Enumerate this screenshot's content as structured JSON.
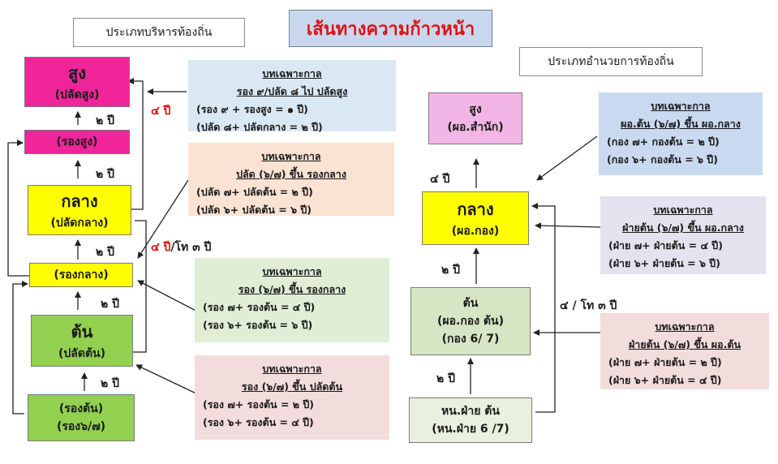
{
  "title": "เส้นทางความก้าวหน้า",
  "left": {
    "category": "ประเภทบริหารท้องถิ่น",
    "boxes": {
      "high": {
        "main": "สูง",
        "sub": "(ปลัดสูง)"
      },
      "deputy_high": {
        "main": "(รองสูง)"
      },
      "mid": {
        "main": "กลาง",
        "sub": "(ปลัดกลาง)"
      },
      "deputy_mid": {
        "main": "(รองกลาง)"
      },
      "base": {
        "main": "ต้น",
        "sub": "(ปลัดต้น)"
      },
      "deputy_base": {
        "line1": "(รองต้น)",
        "line2": "(รอง๖/๗)"
      }
    },
    "year_labels": {
      "high_gap": "๒ ปี",
      "deputy_high_gap": "๒ ปี",
      "mid_gap": "๒ ปี",
      "deputy_mid_gap": "๒ ปี",
      "base_gap": "๒ ปี",
      "side_high": "๔ ปี",
      "side_mid_red": "๔ ปี",
      "side_mid_black": "/โท ๓ ปี"
    },
    "notes": [
      {
        "heading": "บทเฉพาะกาล",
        "subheading": "รอง ๙/ปลัด ๘ ไป ปลัดสูง",
        "lines": [
          "(รอง ๙ + รองสูง = ๑ ปี)",
          "(ปลัด ๘+ ปลัดกลาง = ๒ ปี)"
        ]
      },
      {
        "heading": "บทเฉพาะกาล",
        "subheading": "ปลัด (๖/๗)  ขึ้น  รองกลาง",
        "lines": [
          "(ปลัด ๗+ ปลัดต้น = ๒ ปี)",
          "(ปลัด ๖+ ปลัดต้น = ๖ ปี)"
        ]
      },
      {
        "heading": "บทเฉพาะกาล",
        "subheading": "รอง  (๖/๗)   ขึ้น   รองกลาง",
        "lines": [
          "(รอง ๗+ รองต้น  = ๔ ปี)",
          "(รอง ๖+ รองต้น  = ๖ ปี)"
        ]
      },
      {
        "heading": "บทเฉพาะกาล",
        "subheading": "รอง  (๖/๗)   ขึ้น  ปลัดต้น",
        "lines": [
          "(รอง ๗+ รองต้น  = ๒ ปี)",
          "(รอง ๖+ รองต้น  = ๔ ปี)"
        ]
      }
    ]
  },
  "right": {
    "category": "ประเภทอำนวยการท้องถิ่น",
    "boxes": {
      "high": {
        "main": "สูง",
        "sub": "(ผอ.สำนัก)"
      },
      "mid": {
        "main": "กลาง",
        "sub": "(ผอ.กอง)"
      },
      "base": {
        "main": "ต้น",
        "sub": "(ผอ.กอง ต้น)",
        "sub2": "(กอง 6/ 7)"
      },
      "section": {
        "line1": "หน.ฝ่าย ต้น",
        "line2": "(หน.ฝ่าย 6 /7)"
      }
    },
    "year_labels": {
      "high_gap": "๔ ปี",
      "mid_gap": "๒ ปี",
      "base_gap": "๒ ปี",
      "side": "๔ / โท ๓ ปี"
    },
    "notes": [
      {
        "heading": "บทเฉพาะกาล",
        "subheading": "ผอ.ต้น (๖/๗) ขึ้น ผอ.กลาง",
        "lines": [
          "(กอง ๗+ กองต้น  = ๒ ปี)",
          "(กอง ๖+ กองต้น  = ๖ ปี)"
        ]
      },
      {
        "heading": "บทเฉพาะกาล",
        "subheading": "ฝ่ายต้น (๖/๗) ขึ้น ผอ.กลาง",
        "lines": [
          "(ฝ่าย ๗+ ฝ่ายต้น  = ๔ ปี)",
          "(ฝ่าย ๖+ ฝ่ายต้น  = ๖ ปี)"
        ]
      },
      {
        "heading": "บทเฉพาะกาล",
        "subheading": "ฝ่ายต้น (๖/๗) ขึ้น ผอ.ต้น",
        "lines": [
          "(ฝ่าย ๗+ ฝ่ายต้น  = ๒ ปี)",
          "(ฝ่าย ๖+ ฝ่ายต้น  = ๔ ปี)"
        ]
      }
    ]
  },
  "colors": {
    "title_text": "#e01010",
    "title_bg": "#c9d7ee",
    "magenta": "#f0259a",
    "yellow": "#ffff00",
    "green": "#92d050",
    "pink_light": "#f2b6e6",
    "green_light": "#d6e6c4",
    "green_lighter": "#e8f1dd",
    "note_blue": "#d9e8f3",
    "note_peach": "#fbe3d3",
    "note_green": "#dfeed5",
    "note_pink": "#f3dcdc",
    "note_lavender": "#e6e1ef",
    "note_blue2": "#c9d9ef"
  }
}
